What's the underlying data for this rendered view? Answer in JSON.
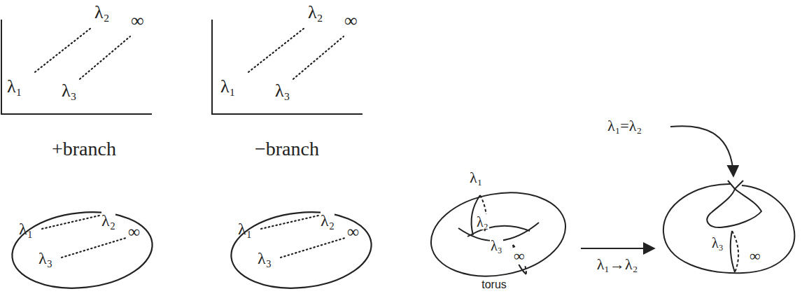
{
  "diagram": {
    "nodes": [
      {
        "text": [
          "λ₁",
          "λ₂",
          "∞",
          "λ₃"
        ]
      },
      {
        "text": [
          "λ₁",
          "λ₂",
          "∞",
          "λ₃"
        ]
      }
    ],
    "labels": [
      "λ₂",
      "∞",
      "λ₁",
      "λ₃",
      "+branch",
      "λ₂",
      "∞",
      "λ₁",
      "λ₃",
      "−branch",
      "λ₁",
      "λ₂",
      "λ₃",
      "∞",
      "torus",
      "λ₁=λ₂",
      "λ₃",
      "∞",
      "λ₁→λ₂"
    ]
  }
}
